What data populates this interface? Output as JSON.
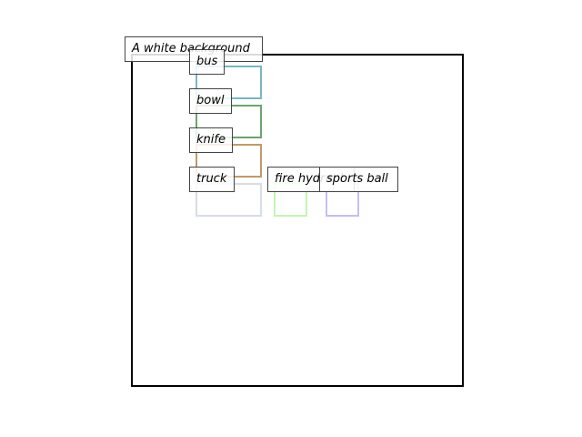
{
  "caption": "A white background",
  "objects": [
    {
      "key": "bus",
      "label": "bus",
      "color": "#7ab6bf"
    },
    {
      "key": "bowl",
      "label": "bowl",
      "color": "#6ea36e"
    },
    {
      "key": "knife",
      "label": "knife",
      "color": "#bf9a6e"
    },
    {
      "key": "truck",
      "label": "truck",
      "color": "#d8dbe8"
    },
    {
      "key": "fire_hydrant",
      "label": "fire hydrant",
      "color": "#c3f5b4"
    },
    {
      "key": "sports_ball",
      "label": "sports ball",
      "color": "#c3bff0"
    }
  ]
}
